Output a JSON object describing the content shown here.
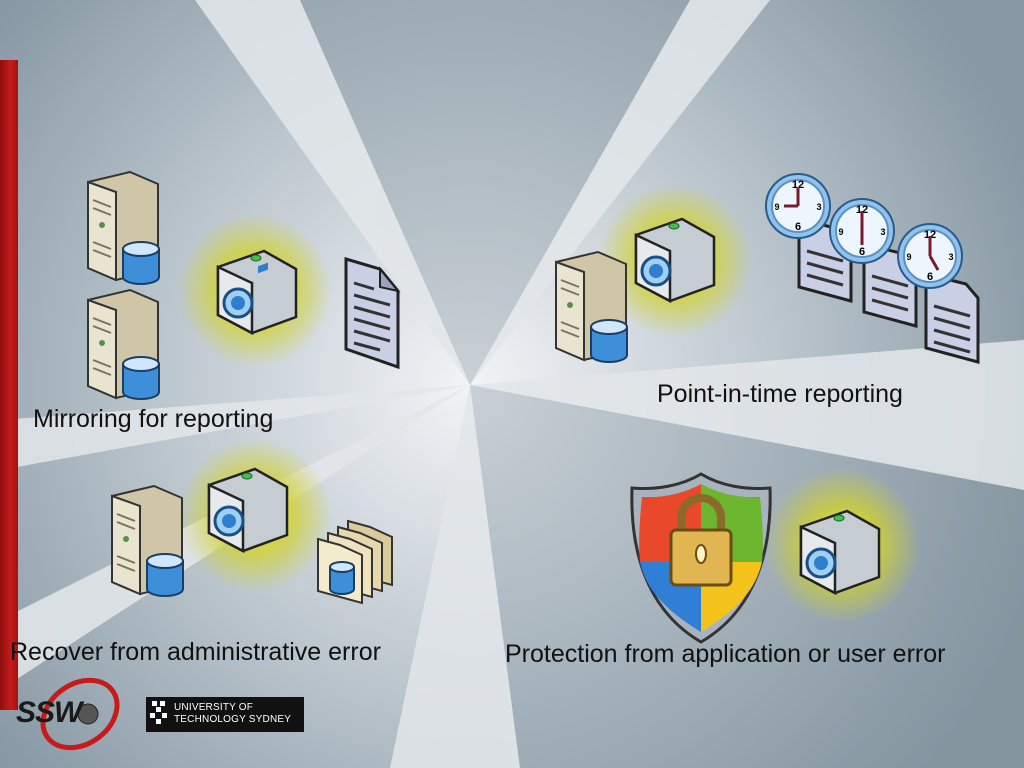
{
  "slide": {
    "captions": {
      "mirroring": "Mirroring for reporting",
      "point_in_time": "Point-in-time reporting",
      "recover": "Recover from administrative error",
      "protection": "Protection from application or user error"
    },
    "logos": {
      "ssw_text": "SSW",
      "uts_line1": "UNIVERSITY OF",
      "uts_line2": "TECHNOLOGY SYDNEY"
    }
  },
  "colors": {
    "red_accent": "#c81a1a",
    "glow": "#e8e81e",
    "ray_light": "#d9dee2",
    "ray_dark": "#7e8f9b"
  },
  "icons": [
    "server-icon",
    "database-icon",
    "camera-icon",
    "document-icon",
    "clock-icon",
    "folder-stack-icon",
    "shield-lock-icon"
  ]
}
